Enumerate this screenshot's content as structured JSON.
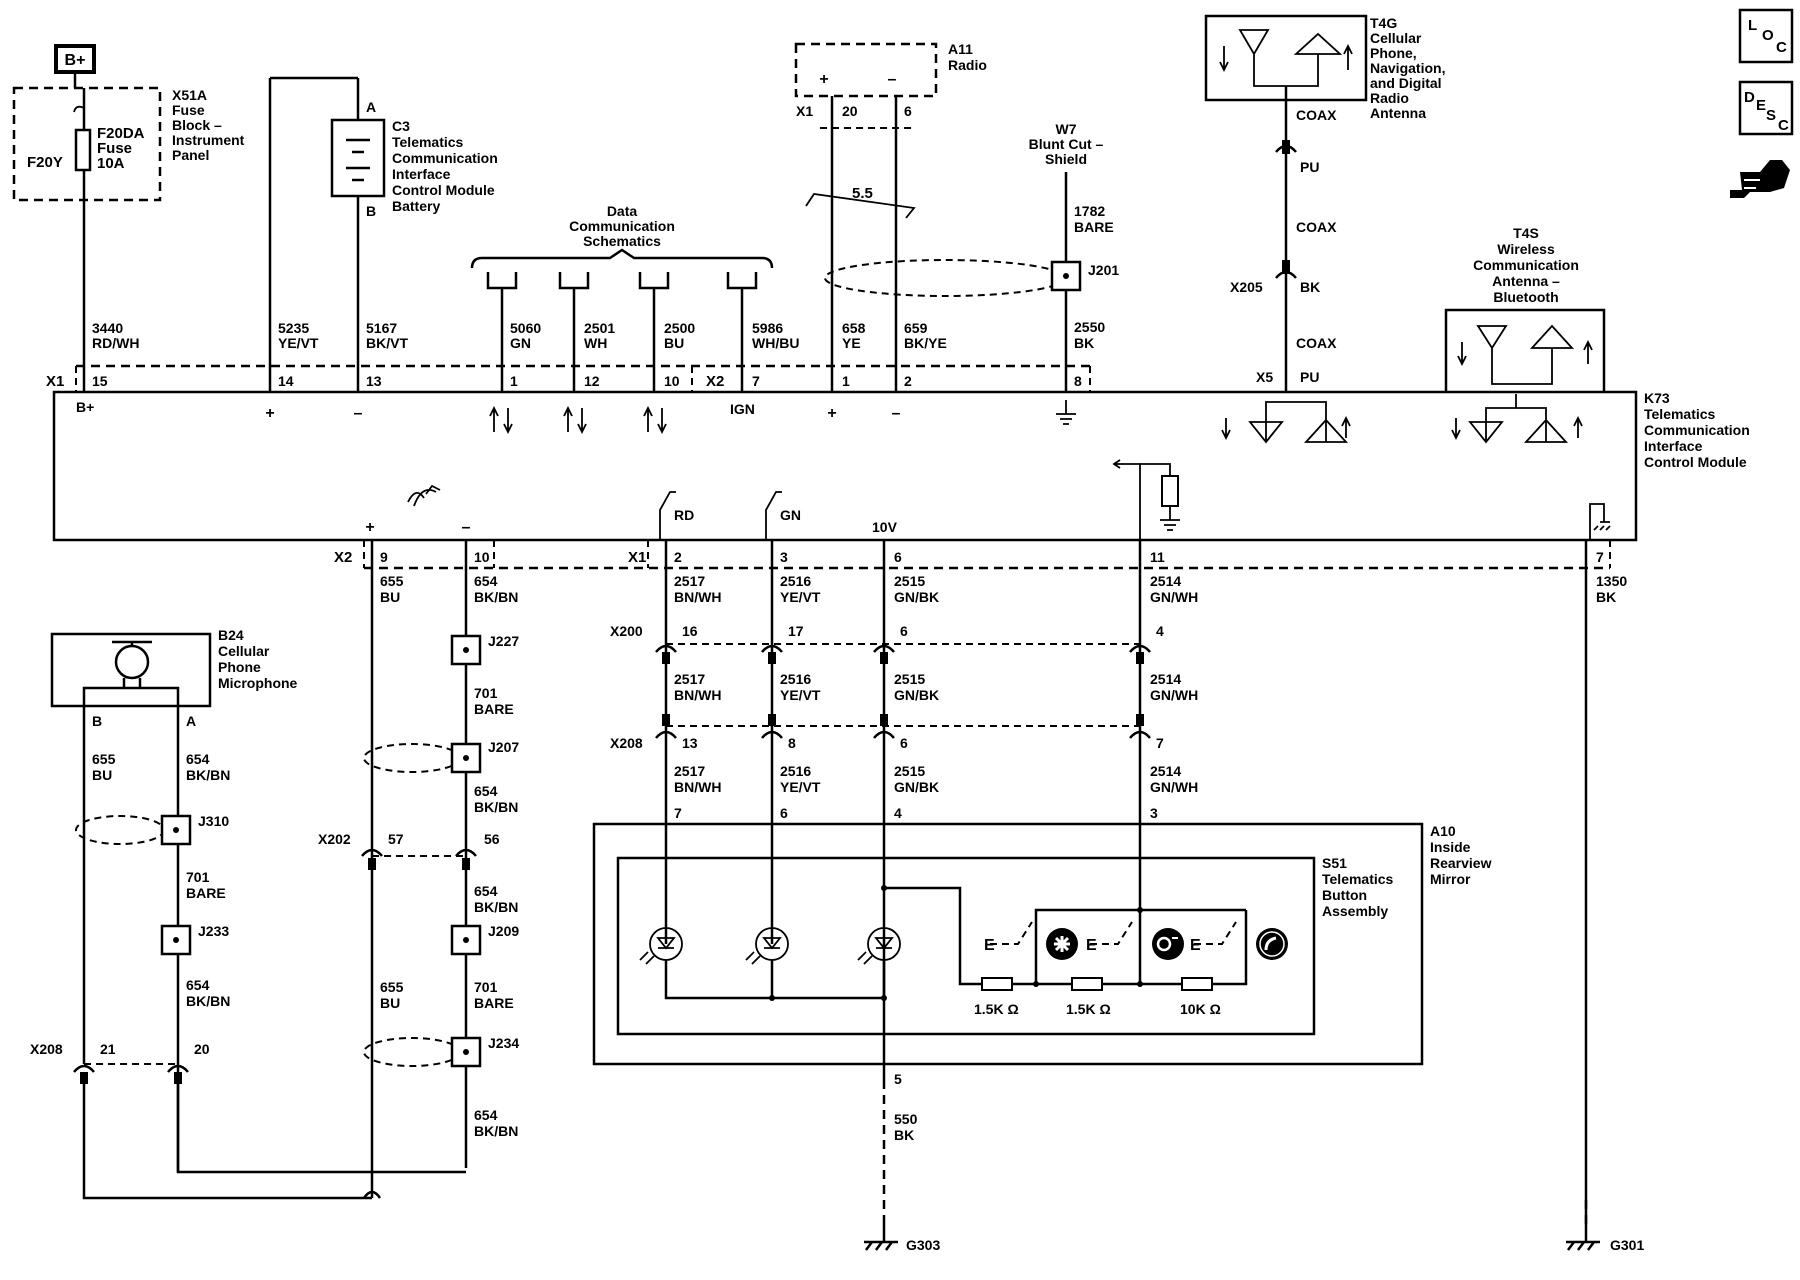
{
  "fuse_block": {
    "badge": "B+",
    "title": "X51A",
    "desc": [
      "Fuse",
      "Block –",
      "Instrument",
      "Panel"
    ],
    "fuse_id": "F20Y",
    "fuse_rating": [
      "F20DA",
      "Fuse",
      "10A"
    ]
  },
  "battery": {
    "title": "C3",
    "desc": [
      "Telematics",
      "Communication",
      "Interface",
      "Control Module",
      "Battery"
    ],
    "pin_a": "A",
    "pin_b": "B"
  },
  "data_comm": {
    "label": [
      "Data",
      "Communication",
      "Schematics"
    ]
  },
  "radio": {
    "title": "A11",
    "name": "Radio",
    "connector": "X1",
    "pin_pos": "20",
    "pin_neg": "6",
    "plus": "+",
    "minus": "–"
  },
  "twisted_pair": {
    "label": "5.5"
  },
  "shield": {
    "title": "W7",
    "desc": [
      "Blunt Cut –",
      "Shield"
    ],
    "circuit": "1782",
    "color": "BARE",
    "splice": "J201",
    "circuit_out": "2550",
    "color_out": "BK"
  },
  "antenna_t4g": {
    "title": "T4G",
    "desc": [
      "Cellular",
      "Phone,",
      "Navigation,",
      "and Digital",
      "Radio",
      "Antenna"
    ]
  },
  "coax": {
    "label1": "COAX",
    "pu1": "PU",
    "label2": "COAX",
    "connector": "X205",
    "bk": "BK",
    "label3": "COAX",
    "x5": "X5",
    "pu2": "PU"
  },
  "antenna_t4s": {
    "title": "T4S",
    "desc": [
      "Wireless",
      "Communication",
      "Antenna –",
      "Bluetooth"
    ]
  },
  "icons": {
    "loc": [
      "L",
      "O",
      "C"
    ],
    "desc": [
      "D",
      "E",
      "S",
      "C"
    ]
  },
  "top_wires": [
    {
      "circuit": "3440",
      "color": "RD/WH",
      "pin": "15"
    },
    {
      "circuit": "5235",
      "color": "YE/VT",
      "pin": "14"
    },
    {
      "circuit": "5167",
      "color": "BK/VT",
      "pin": "13"
    },
    {
      "circuit": "5060",
      "color": "GN",
      "pin": "1"
    },
    {
      "circuit": "2501",
      "color": "WH",
      "pin": "12"
    },
    {
      "circuit": "2500",
      "color": "BU",
      "pin": "10"
    },
    {
      "circuit": "5986",
      "color": "WH/BU",
      "pin": "7"
    },
    {
      "circuit": "658",
      "color": "YE",
      "pin": "1"
    },
    {
      "circuit": "659",
      "color": "BK/YE",
      "pin": "2"
    },
    {
      "circuit": "",
      "color": "",
      "pin": "8"
    }
  ],
  "top_connectors": {
    "x1": "X1",
    "x2": "X2"
  },
  "module": {
    "title": "K73",
    "desc": [
      "Telematics",
      "Communication",
      "Interface",
      "Control Module"
    ],
    "bplus": "B+",
    "plus": "+",
    "minus": "–",
    "ign": "IGN",
    "rd": "RD",
    "gn": "GN",
    "tenv": "10V"
  },
  "bottom_connectors": {
    "x2": "X2",
    "x1": "X1"
  },
  "bottom_pins": [
    "9",
    "10",
    "2",
    "3",
    "6",
    "11",
    "7"
  ],
  "bottom_wires": [
    {
      "circuit": "655",
      "color": "BU"
    },
    {
      "circuit": "654",
      "color": "BK/BN"
    },
    {
      "circuit": "2517",
      "color": "BN/WH"
    },
    {
      "circuit": "2516",
      "color": "YE/VT"
    },
    {
      "circuit": "2515",
      "color": "GN/BK"
    },
    {
      "circuit": "2514",
      "color": "GN/WH"
    },
    {
      "circuit": "1350",
      "color": "BK"
    }
  ],
  "x200": {
    "label": "X200",
    "pins": [
      "16",
      "17",
      "6",
      "4"
    ]
  },
  "x208_mid": {
    "label": "X208",
    "pins": [
      "13",
      "8",
      "6",
      "7"
    ]
  },
  "mirror": {
    "title": "A10",
    "desc": [
      "Inside",
      "Rearview",
      "Mirror"
    ],
    "pins": [
      "7",
      "6",
      "4",
      "3"
    ],
    "bottom_pin": "5"
  },
  "button_assembly": {
    "title": "S51",
    "desc": [
      "Telematics",
      "Button",
      "Assembly"
    ],
    "resistors": [
      "1.5K Ω",
      "1.5K Ω",
      "10K Ω"
    ]
  },
  "microphone": {
    "title": "B24",
    "desc": [
      "Cellular",
      "Phone",
      "Microphone"
    ],
    "pin_b": "B",
    "pin_a": "A"
  },
  "mic_wires": {
    "left_circuit": "655",
    "left_color": "BU",
    "right_circuit": "654",
    "right_color": "BK/BN",
    "j310": "J310",
    "bare_circuit": "701",
    "bare_color": "BARE",
    "j233": "J233",
    "c654": "654",
    "c654_color": "BK/BN",
    "x208": "X208",
    "pin21": "21",
    "pin20": "20"
  },
  "mid_wires": {
    "j227": "J227",
    "c701": "701",
    "c701_color": "BARE",
    "j207": "J207",
    "c654a": "654",
    "c654a_color": "BK/BN",
    "x202": "X202",
    "pin57": "57",
    "pin56": "56",
    "c654b": "654",
    "c654b_color": "BK/BN",
    "j209": "J209",
    "c655": "655",
    "c655_color": "BU",
    "c701b": "701",
    "c701b_color": "BARE",
    "j234": "J234",
    "c654c": "654",
    "c654c_color": "BK/BN"
  },
  "ground_wire": {
    "circuit": "550",
    "color": "BK"
  },
  "grounds": [
    "G303",
    "G301"
  ]
}
